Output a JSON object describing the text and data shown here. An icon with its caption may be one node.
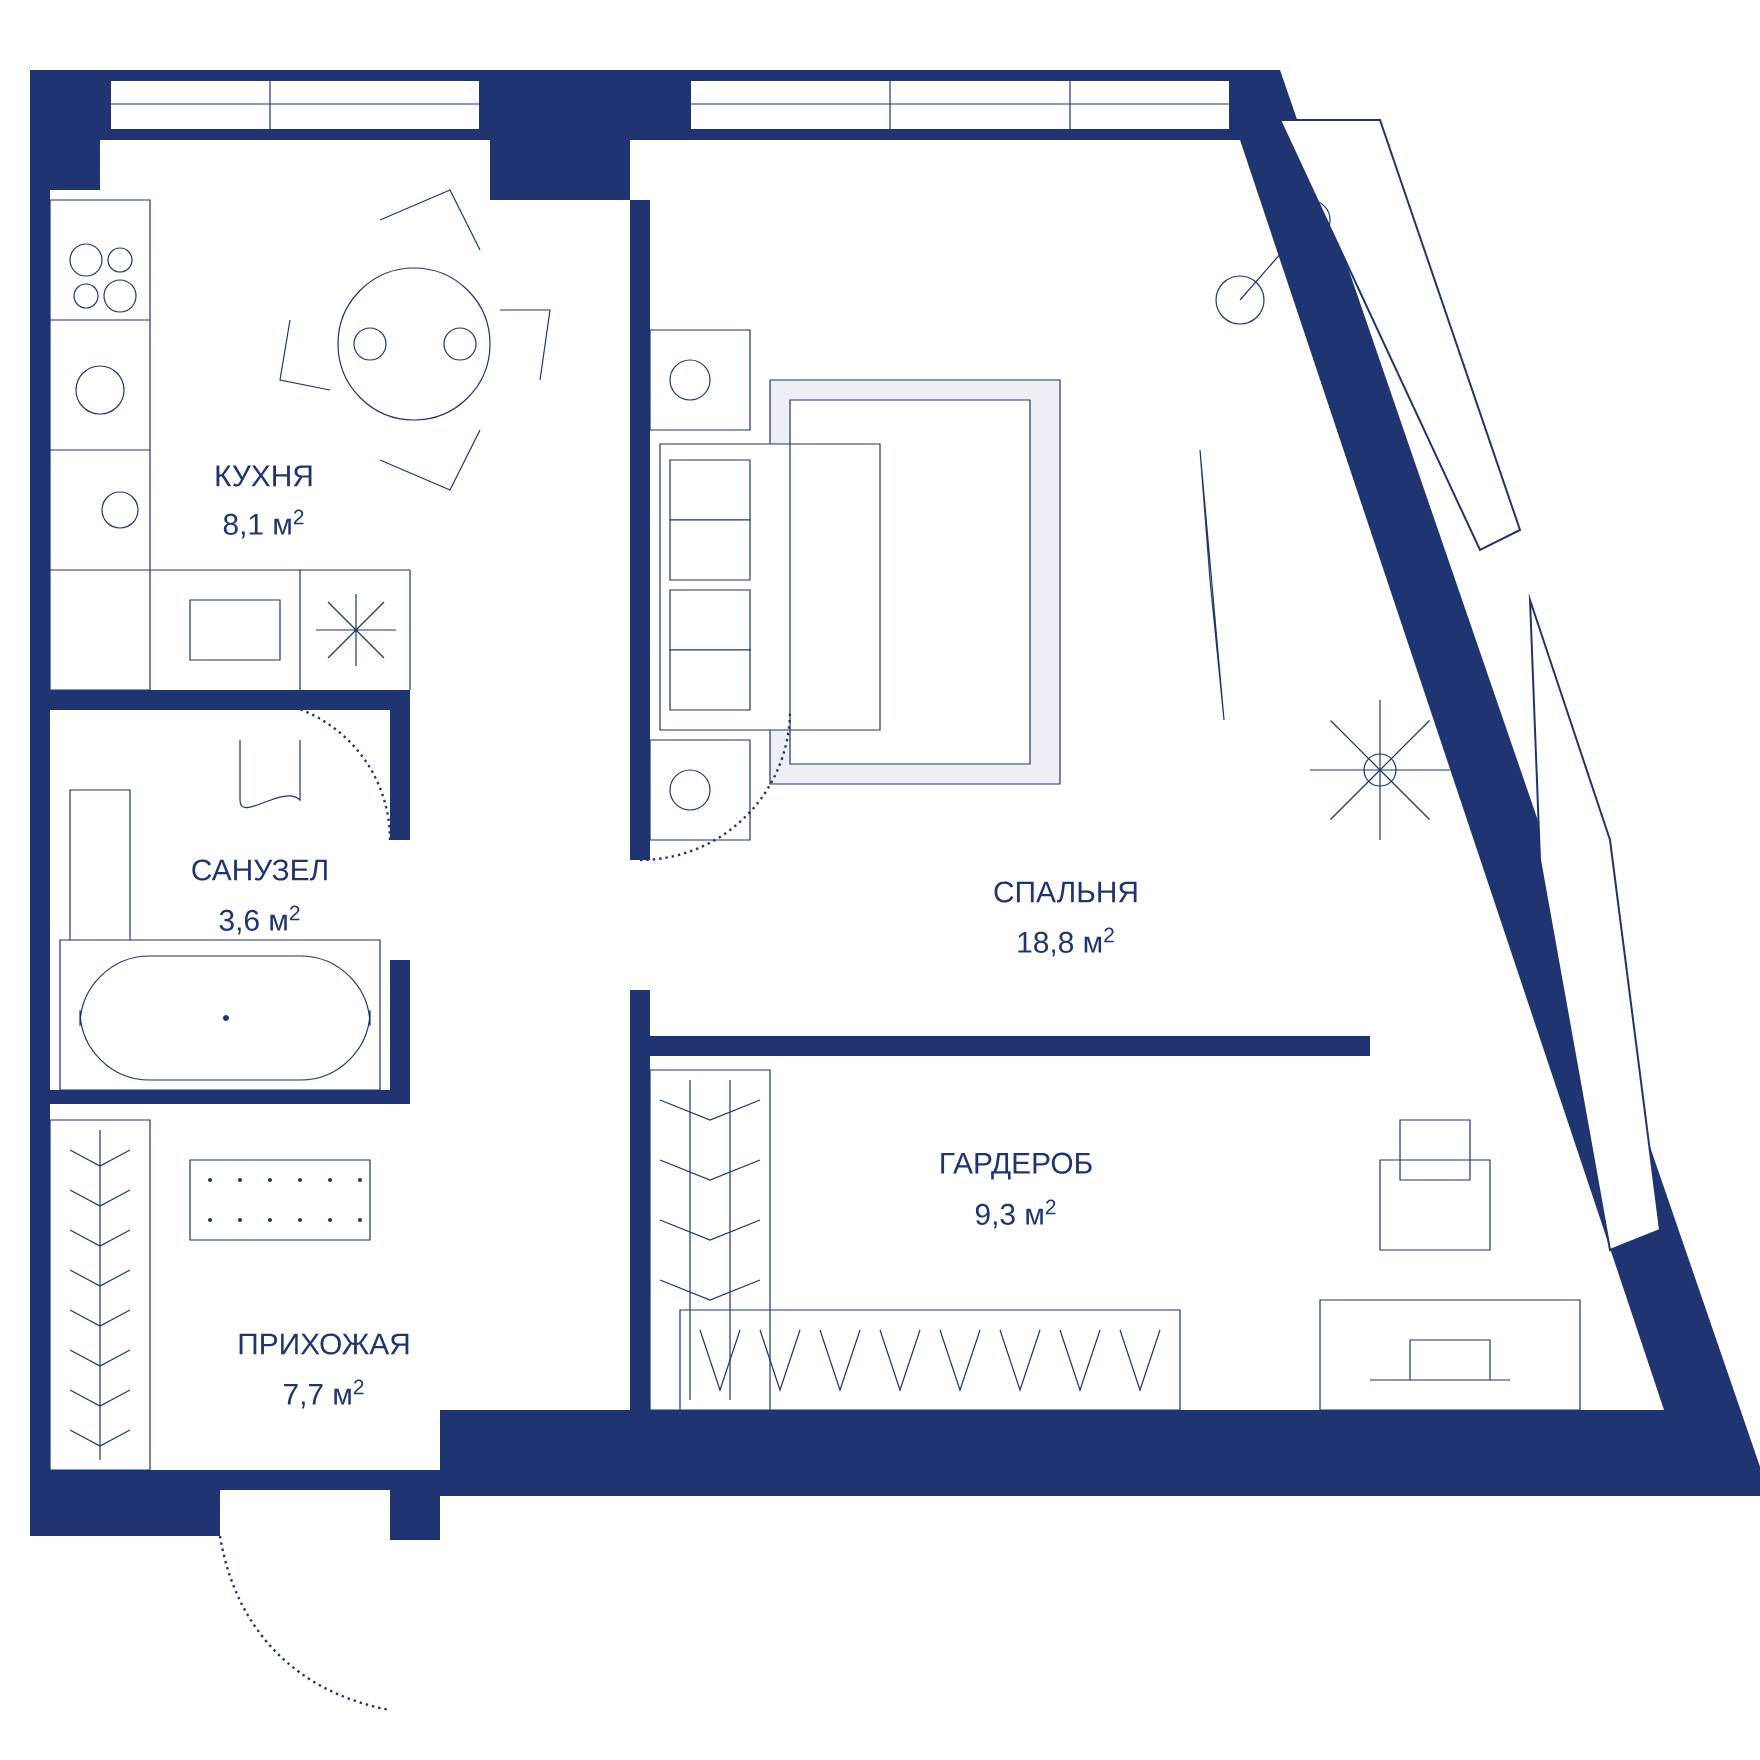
{
  "diagram": {
    "labels": [
      "КУХНЯ",
      "8,1 м$^{2}$",
      "САНУЗЕЛ",
      "3,6 м$^{2}$",
      "СПАЛЬНЯ",
      "18,8 м$^{2}$",
      "ГАРДЕРОБ",
      "9,3 м$^{2}$",
      "ПРИХОЖАЯ",
      "7,7 м$^{2}$"
    ]
  }
}
